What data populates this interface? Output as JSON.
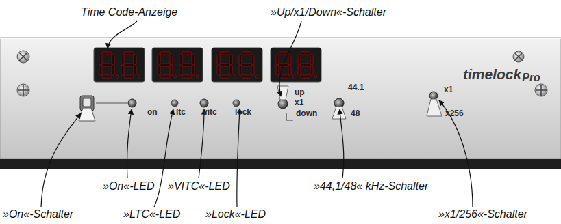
{
  "diagram": {
    "labels": [
      "Time Code-Anzeige",
      "»Up/x1/Down«-Schalter",
      "»On«-LED",
      "»VITC«-LED",
      "»44,1/48« kHz-Schalter",
      "»On«-Schalter",
      "»LTC«-LED",
      "»Lock«-LED",
      "»x1/256«-Schalter",
      "on",
      "ltc",
      "vitc",
      "lock",
      "up",
      "x1",
      "down",
      "44.1",
      "48",
      "x1",
      "x256",
      "timelock",
      "Pro"
    ]
  }
}
